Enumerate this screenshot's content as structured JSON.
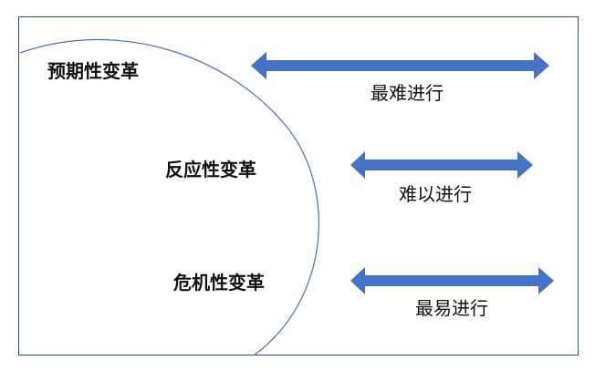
{
  "diagram": {
    "colors": {
      "arrow": "#4472C4",
      "curve": "#4472C4",
      "frame": "#2F4F7F",
      "text": "#111111"
    },
    "items": [
      {
        "label": "预期性变革",
        "caption": "最难进行"
      },
      {
        "label": "反应性变革",
        "caption": "难以进行"
      },
      {
        "label": "危机性变革",
        "caption": "最易进行"
      }
    ]
  }
}
